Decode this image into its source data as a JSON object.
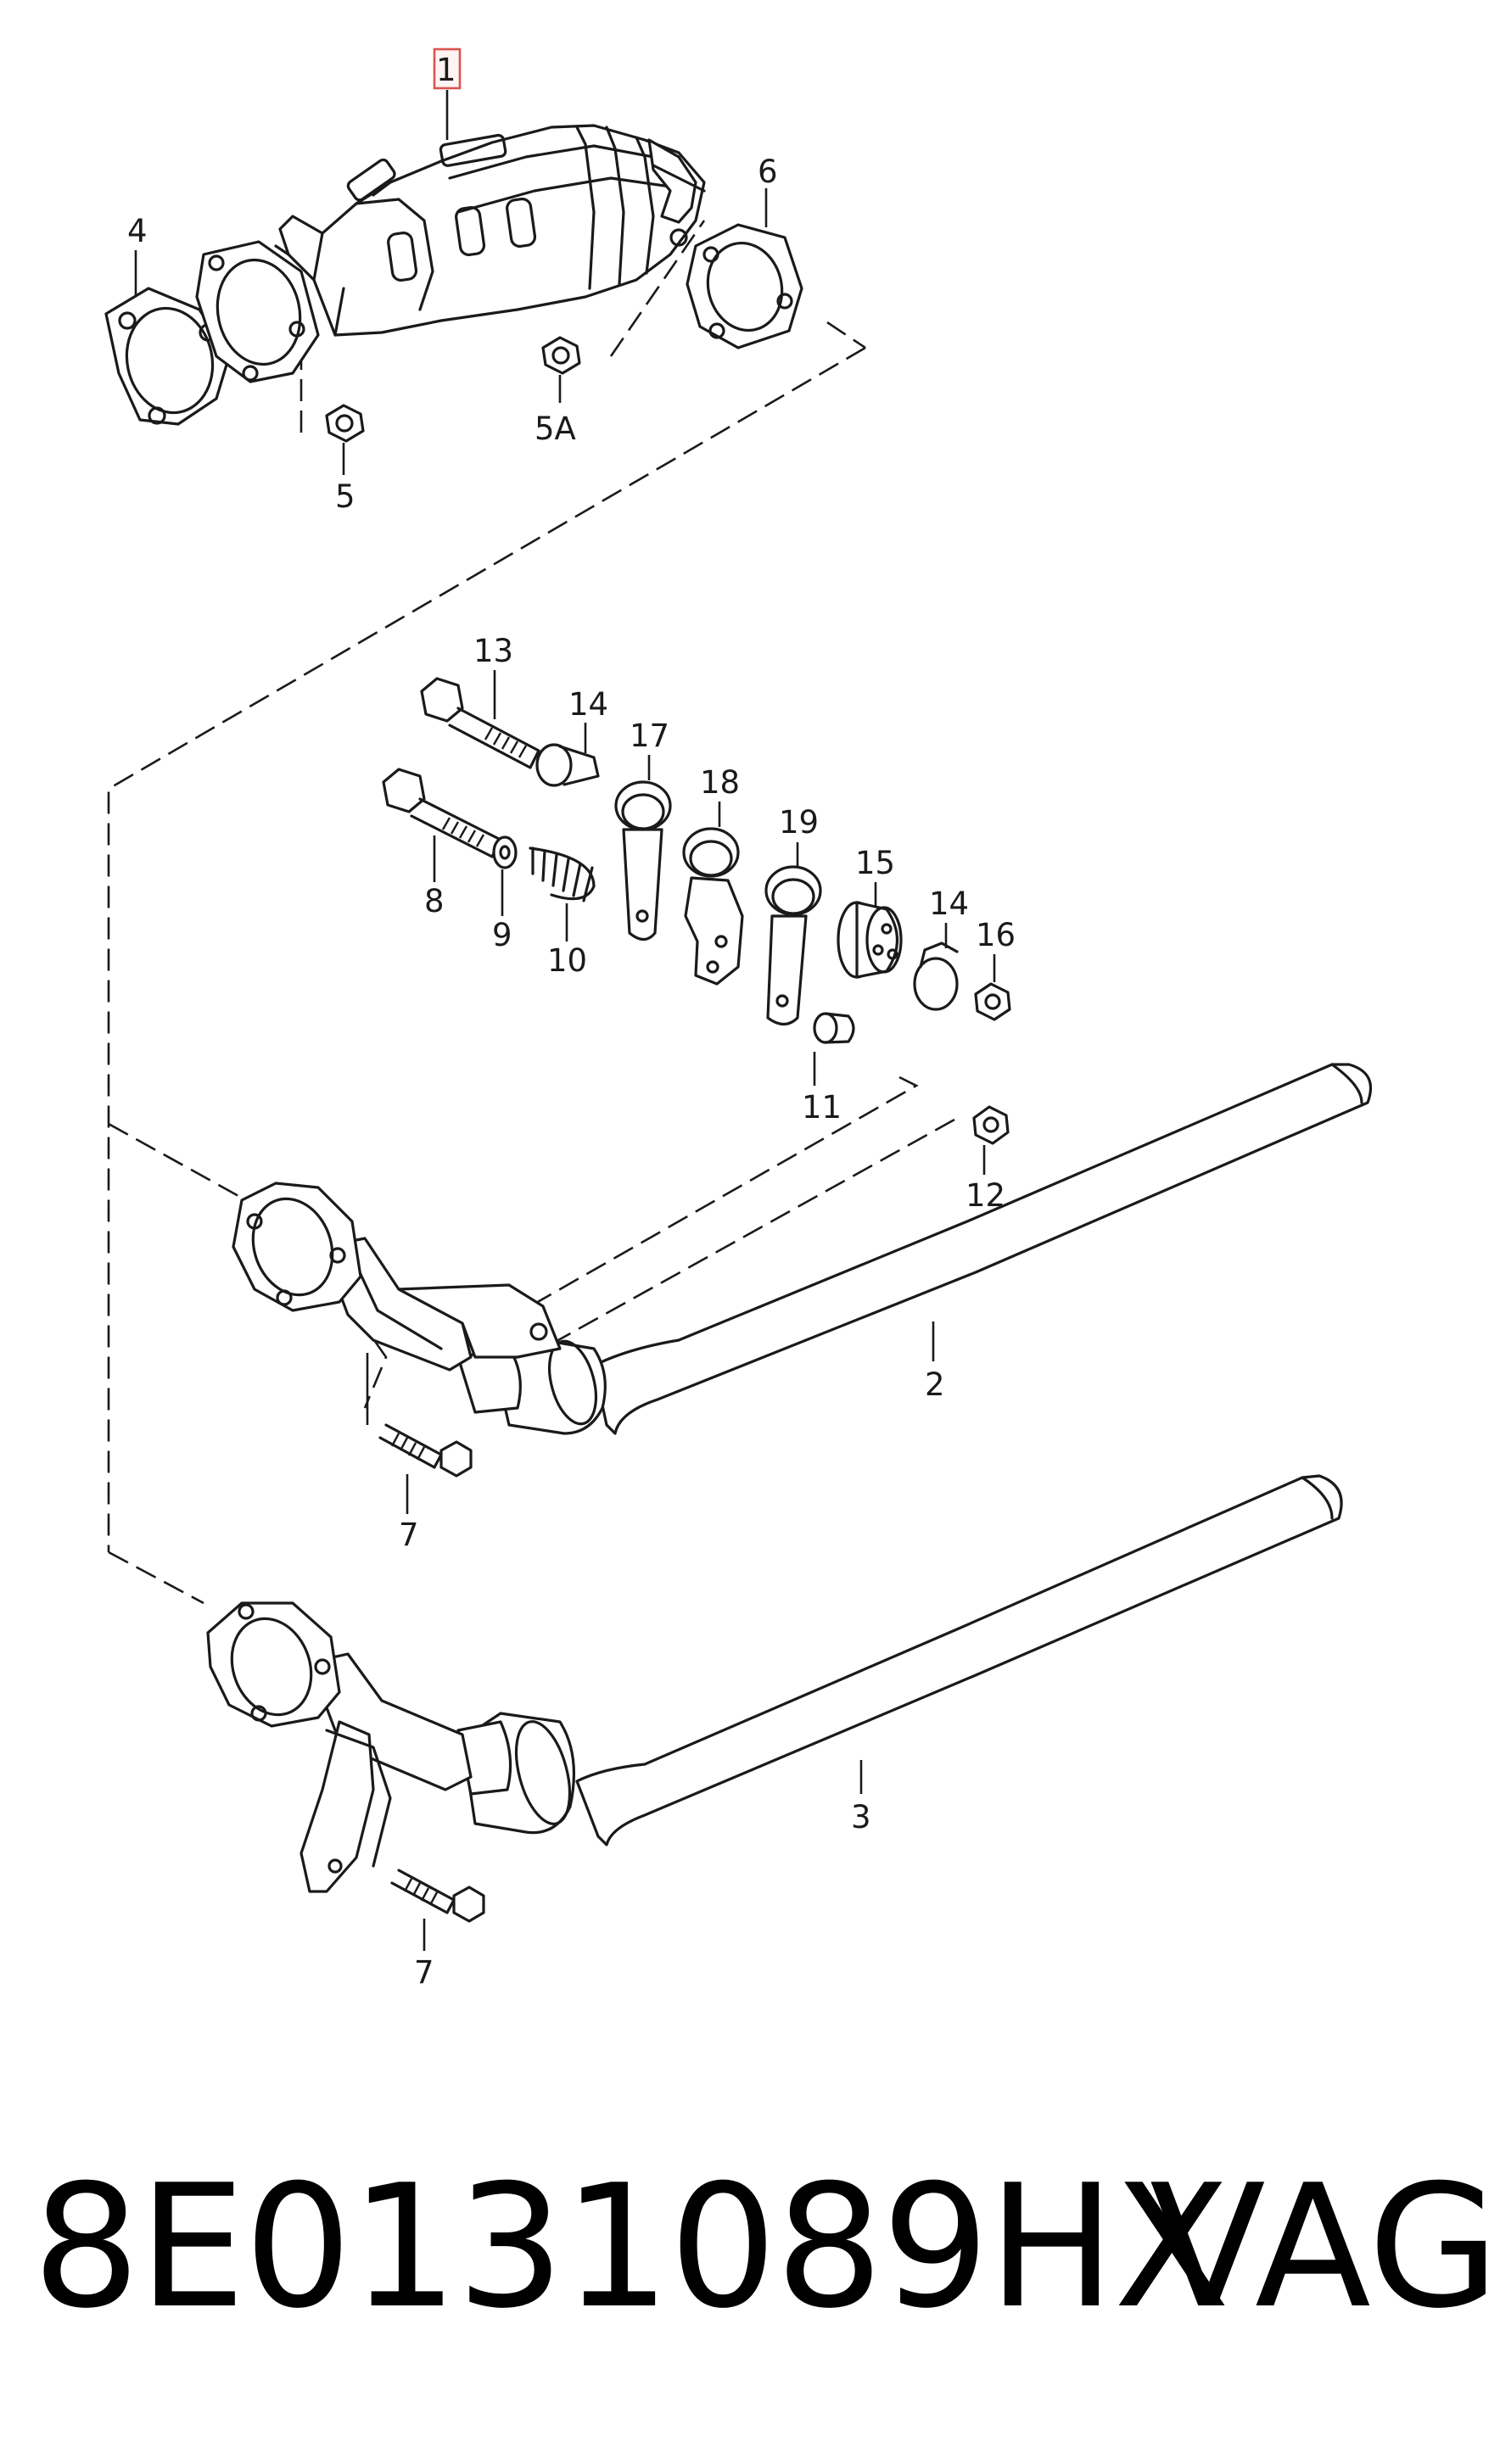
{
  "callouts": {
    "c1": "1",
    "c2": "2",
    "c3": "3",
    "c4": "4",
    "c5": "5",
    "c5a": "5A",
    "c6": "6",
    "c7a": "7",
    "c7b": "7",
    "c8": "8",
    "c9": "9",
    "c10": "10",
    "c11": "11",
    "c12": "12",
    "c13": "13",
    "c14a": "14",
    "c14b": "14",
    "c15": "15",
    "c16": "16",
    "c17": "17",
    "c18": "18",
    "c19": "19"
  },
  "footer": {
    "part_number": "8E0131089HX",
    "brand": "VAG"
  },
  "colors": {
    "ink": "#1a1a1a",
    "highlight": "#d9534f"
  }
}
